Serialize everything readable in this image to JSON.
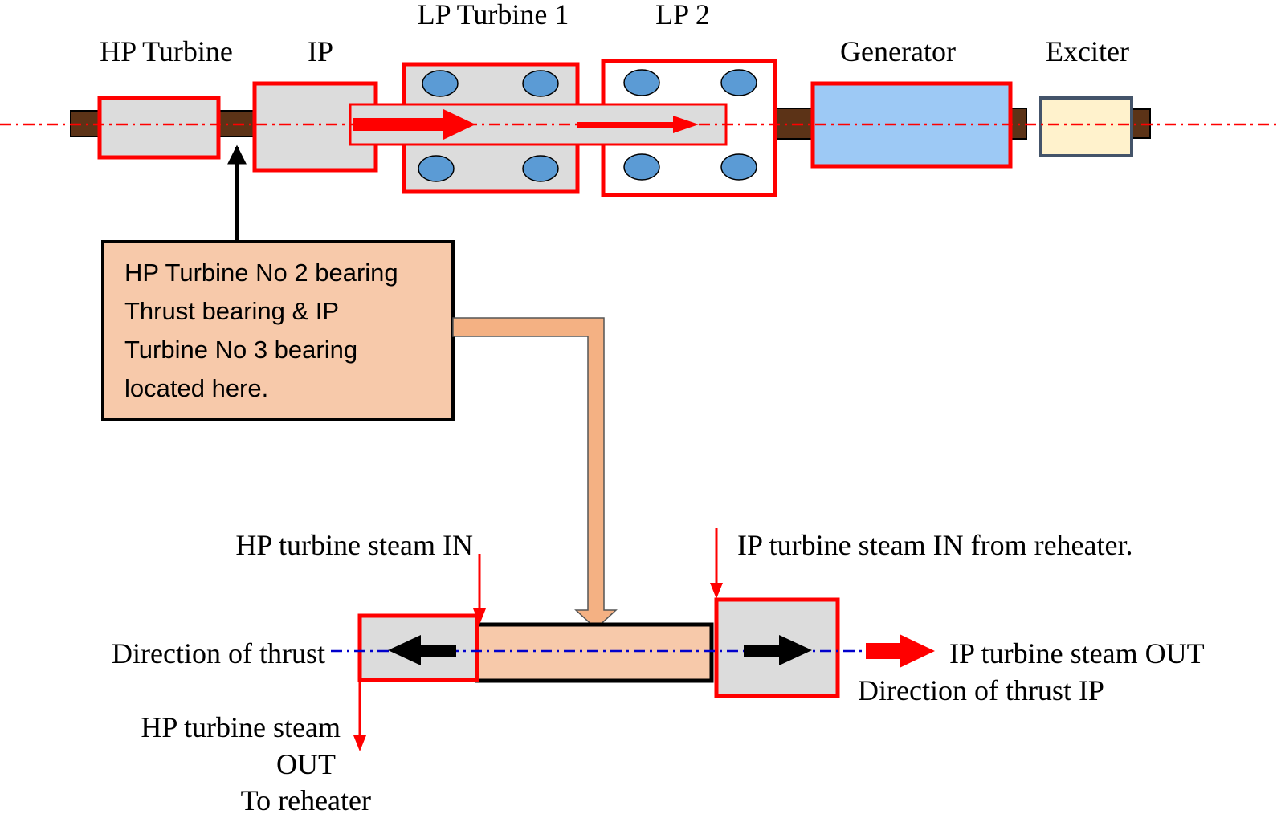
{
  "labels": {
    "hp_turbine": "HP Turbine",
    "ip": "IP",
    "lp_turbine_1": "LP Turbine 1",
    "lp_2": "LP 2",
    "generator": "Generator",
    "exciter": "Exciter"
  },
  "callout": {
    "lines": [
      "HP Turbine No 2 bearing",
      "Thrust bearing & IP",
      "Turbine No 3 bearing",
      "located here."
    ]
  },
  "detail": {
    "hp_steam_in": "HP turbine steam IN",
    "ip_steam_in": "IP turbine steam IN from reheater.",
    "direction_of_thrust": "Direction of thrust",
    "ip_steam_out": "IP turbine steam OUT",
    "direction_of_thrust_ip": "Direction of thrust IP",
    "hp_steam_out_lines": [
      "HP turbine steam",
      "OUT",
      "To reheater"
    ]
  },
  "colors": {
    "outline_red": "#ff0000",
    "shaft_brown": "#5c3317",
    "casing_gray": "#dcdcdc",
    "bearing_blue": "#5b9bd5",
    "generator_blue": "#9dc9f5",
    "exciter_cream": "#fff2cc",
    "exciter_border": "#44546a",
    "callout_fill": "#f7c9aa",
    "connector_fill": "#f4b183",
    "centerline_blue": "#0000cc"
  }
}
